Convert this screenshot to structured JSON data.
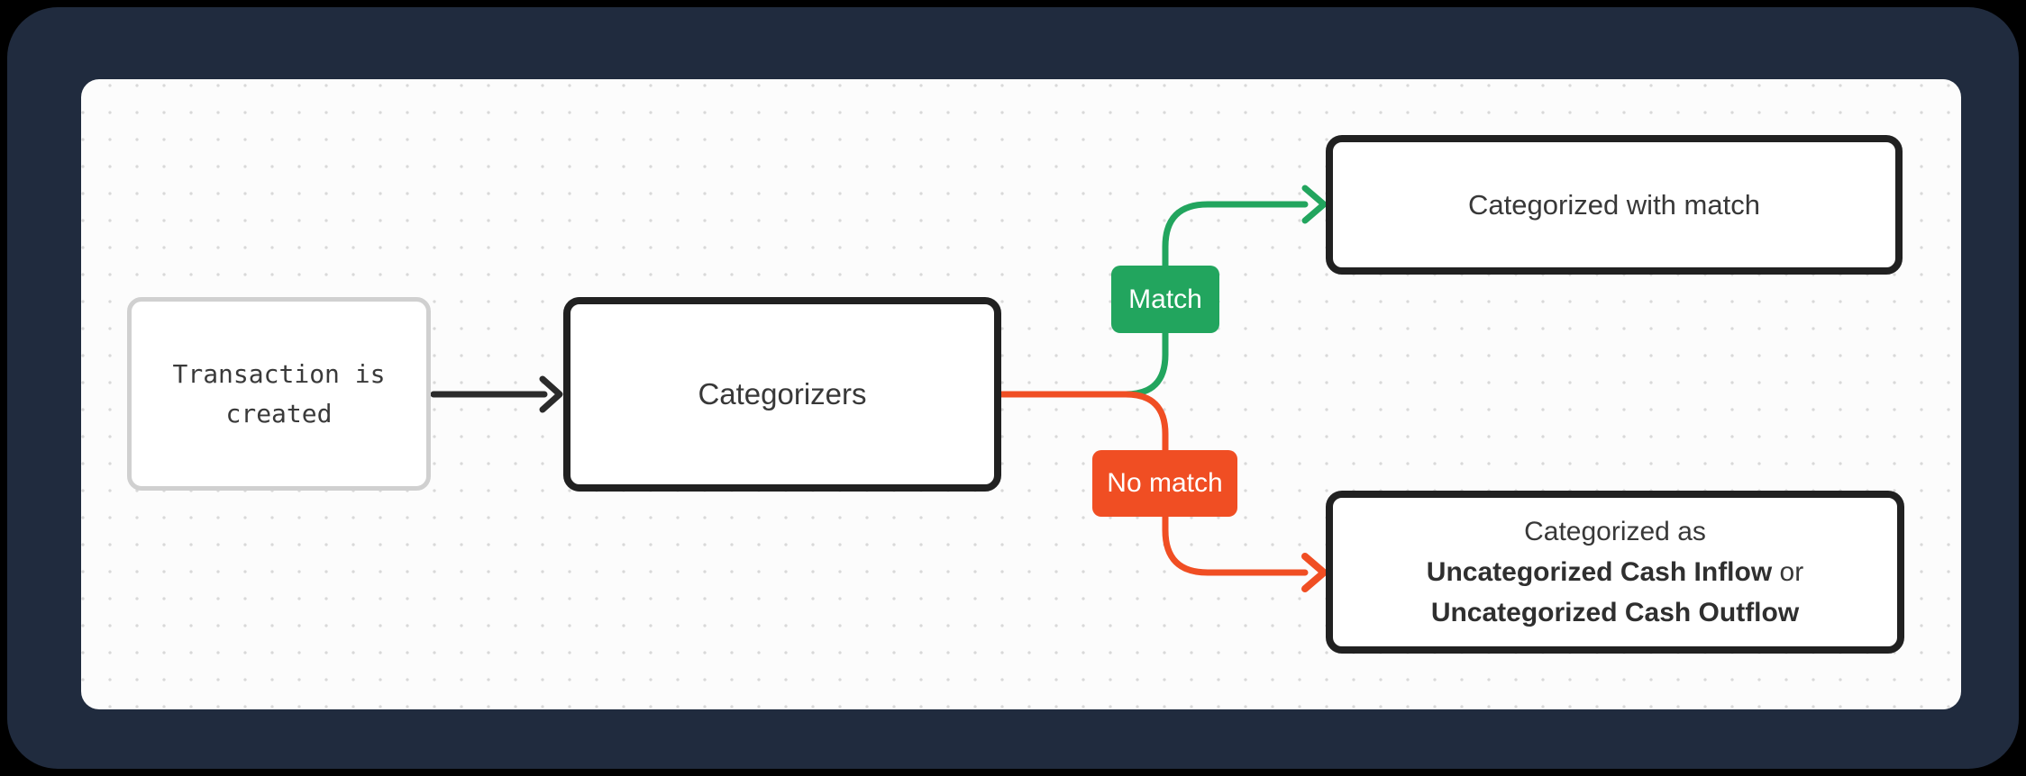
{
  "diagram": {
    "title": "transaction-categorization-flow",
    "nodes": {
      "transaction": {
        "label": "Transaction is created"
      },
      "categorizers": {
        "label": "Categorizers"
      },
      "match_result": {
        "label": "Categorized with match"
      },
      "no_match_result": {
        "line1": "Categorized as",
        "line2_bold": "Uncategorized Cash Inflow",
        "line2_rest": " or",
        "line3_bold": "Uncategorized Cash Outflow"
      }
    },
    "edge_labels": {
      "match": "Match",
      "no_match": "No match"
    },
    "colors": {
      "green": "#22a55e",
      "red": "#f04e23",
      "black_edge": "#2b2b2b",
      "navy_frame": "#202b3e",
      "canvas_bg": "#fcfcfc",
      "node_border_dark": "#212121",
      "node_border_gray": "#d0d0d0",
      "dot_grid": "#d9d9d9"
    }
  }
}
